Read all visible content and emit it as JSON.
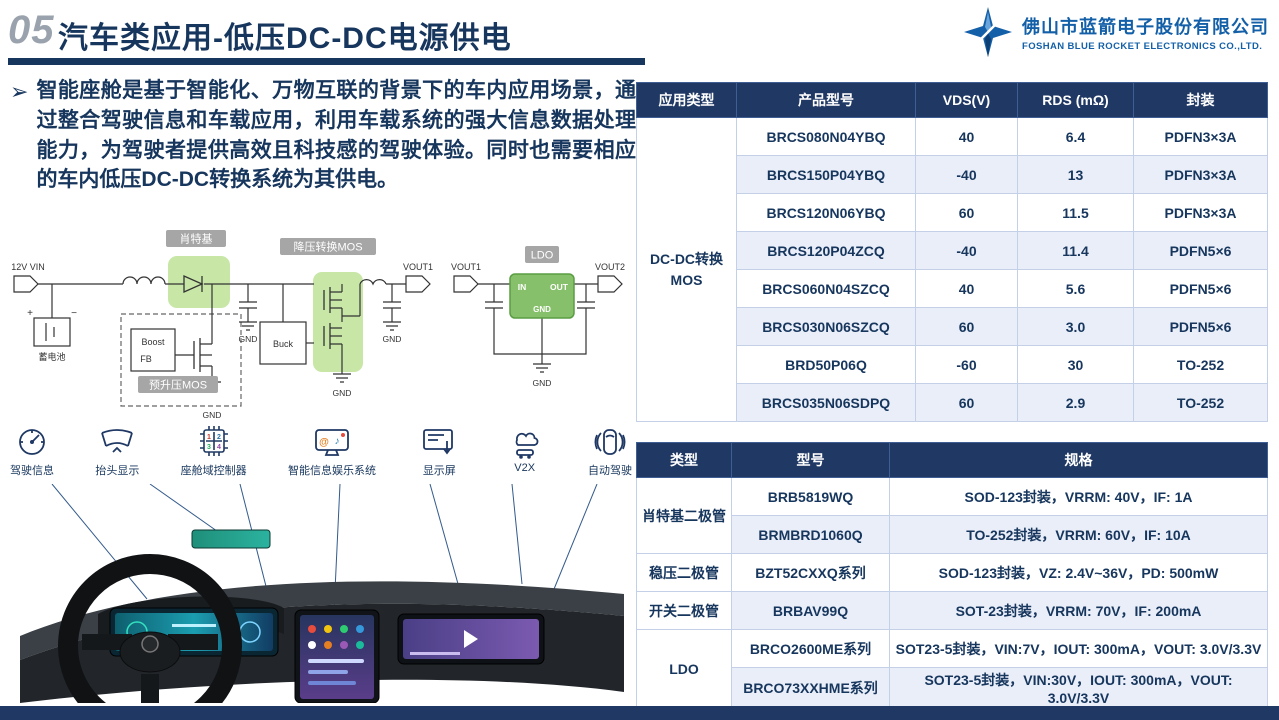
{
  "colors": {
    "navy": "#17365d",
    "table_header": "#203864",
    "row_alt": "#e9eef8",
    "highlight_green": "#92d050",
    "badge_gray": "#a6a6a6",
    "brand_blue": "#1460a8"
  },
  "header": {
    "slide_number": "05",
    "title": "汽车类应用-低压DC-DC电源供电",
    "logo": {
      "company_cn": "佛山市蓝箭电子股份有限公司",
      "company_en": "FOSHAN BLUE ROCKET ELECTRONICS CO.,LTD."
    }
  },
  "intro": {
    "bullet": "➢",
    "text": "智能座舱是基于智能化、万物互联的背景下的车内应用场景，通过整合驾驶信息和车载应用，利用车载系统的强大信息数据处理能力，为驾驶者提供高效且科技感的驾驶体验。同时也需要相应的车内低压DC-DC转换系统为其供电。"
  },
  "diagram": {
    "badge_schottky": "肖特基",
    "badge_buck_mos": "降压转换MOS",
    "badge_boost_mos": "预升压MOS",
    "badge_ldo": "LDO",
    "vin": "12V VIN",
    "battery": "蓄电池",
    "plus": "+",
    "minus": "−",
    "boost": "Boost",
    "fb": "FB",
    "buck": "Buck",
    "gnd": "GND",
    "vout1": "VOUT1",
    "vout2": "VOUT2",
    "ldo_in": "IN",
    "ldo_out": "OUT",
    "ldo_gnd": "GND"
  },
  "features": [
    {
      "label": "驾驶信息"
    },
    {
      "label": "抬头显示"
    },
    {
      "label": "座舱域控制器"
    },
    {
      "label": "智能信息娱乐系统"
    },
    {
      "label": "显示屏"
    },
    {
      "label": "V2X"
    },
    {
      "label": "自动驾驶"
    }
  ],
  "chip_digits": [
    "1",
    "2",
    "3",
    "4"
  ],
  "icon_glyphs": {
    "at": "@",
    "note": "♪"
  },
  "mos_table": {
    "headers": [
      "应用类型",
      "产品型号",
      "VDS(V)",
      "RDS (mΩ)",
      "封装"
    ],
    "category": "DC-DC转换MOS",
    "rows": [
      [
        "BRCS080N04YBQ",
        "40",
        "6.4",
        "PDFN3×3A"
      ],
      [
        "BRCS150P04YBQ",
        "-40",
        "13",
        "PDFN3×3A"
      ],
      [
        "BRCS120N06YBQ",
        "60",
        "11.5",
        "PDFN3×3A"
      ],
      [
        "BRCS120P04ZCQ",
        "-40",
        "11.4",
        "PDFN5×6"
      ],
      [
        "BRCS060N04SZCQ",
        "40",
        "5.6",
        "PDFN5×6"
      ],
      [
        "BRCS030N06SZCQ",
        "60",
        "3.0",
        "PDFN5×6"
      ],
      [
        "BRD50P06Q",
        "-60",
        "30",
        "TO-252"
      ],
      [
        "BRCS035N06SDPQ",
        "60",
        "2.9",
        "TO-252"
      ]
    ]
  },
  "diode_table": {
    "headers": [
      "类型",
      "型号",
      "规格"
    ],
    "types": {
      "schottky": "肖特基二极管",
      "zener": "稳压二极管",
      "switching": "开关二极管",
      "ldo": "LDO"
    },
    "rows": [
      {
        "model": "BRB5819WQ",
        "spec": "SOD-123封装，VRRM: 40V，IF: 1A"
      },
      {
        "model": "BRMBRD1060Q",
        "spec": "TO-252封装，VRRM: 60V，IF: 10A"
      },
      {
        "model": "BZT52CXXQ系列",
        "spec": "SOD-123封装，VZ: 2.4V~36V，PD: 500mW"
      },
      {
        "model": "BRBAV99Q",
        "spec": "SOT-23封装，VRRM: 70V，IF: 200mA"
      },
      {
        "model": "BRCO2600ME系列",
        "spec": "SOT23-5封装，VIN:7V，IOUT: 300mA，VOUT: 3.0V/3.3V"
      },
      {
        "model": "BRCO73XXHME系列",
        "spec": "SOT23-5封装，VIN:30V，IOUT: 300mA，VOUT: 3.0V/3.3V"
      }
    ]
  }
}
